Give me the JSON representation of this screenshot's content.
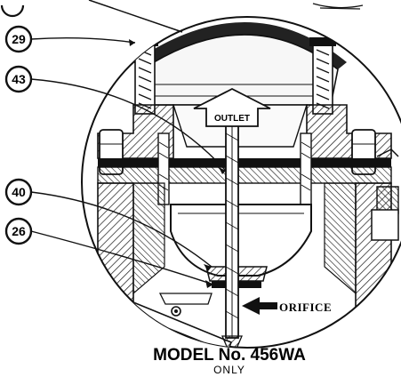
{
  "diagram": {
    "callouts": [
      "29",
      "43",
      "40",
      "26"
    ],
    "outlet_label": "OUTLET",
    "orifice_label": "ORIFICE",
    "caption": {
      "model": "MODEL No. 456WA",
      "note": "ONLY"
    }
  }
}
